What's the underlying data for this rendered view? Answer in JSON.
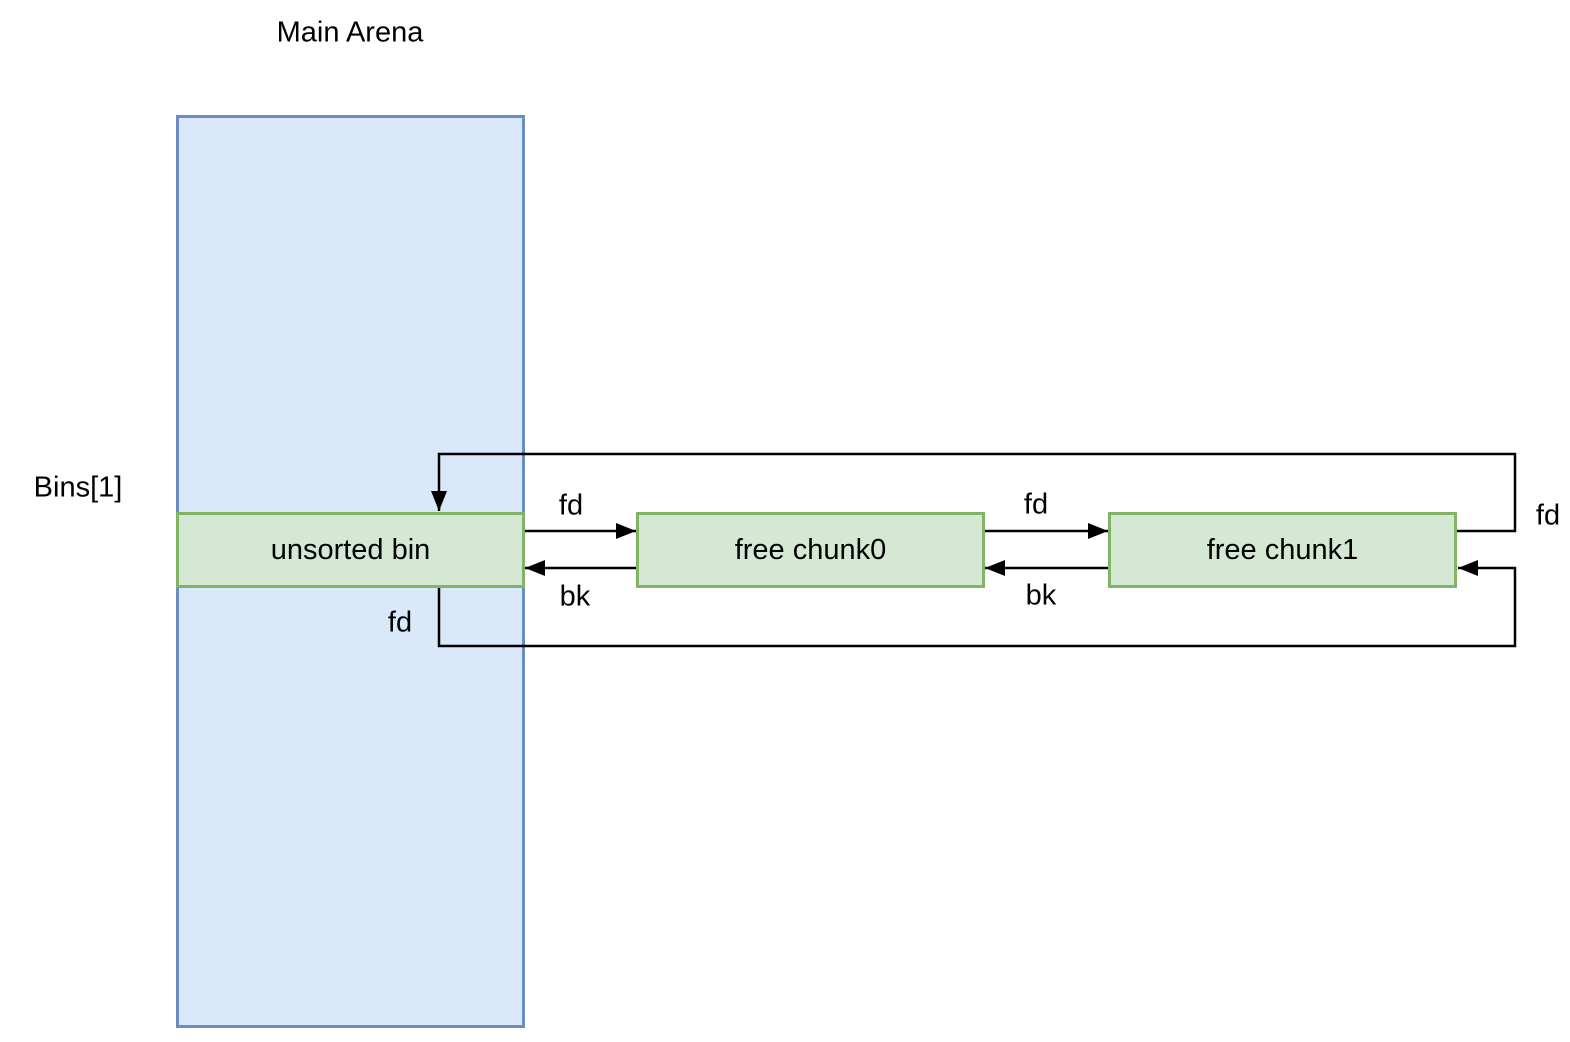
{
  "diagram": {
    "title": "Main Arena",
    "bins_label": "Bins[1]",
    "nodes": {
      "arena": {
        "label": ""
      },
      "unsorted_bin": {
        "label": "unsorted bin"
      },
      "chunk0": {
        "label": "free chunk0"
      },
      "chunk1": {
        "label": "free chunk1"
      }
    },
    "edge_labels": {
      "fd_bin_to_chunk0": "fd",
      "bk_chunk0_to_bin": "bk",
      "fd_chunk0_to_chunk1": "fd",
      "bk_chunk1_to_chunk0": "bk",
      "fd_chunk1_loop_right": "fd",
      "fd_bin_loop_bottom": "fd"
    },
    "colors": {
      "arena_fill": "#dae8fc",
      "arena_stroke": "#6c8ebf",
      "chunk_fill": "#d5e8d4",
      "chunk_stroke": "#82b366",
      "line": "#000000",
      "text": "#000000",
      "background": "#ffffff"
    }
  }
}
